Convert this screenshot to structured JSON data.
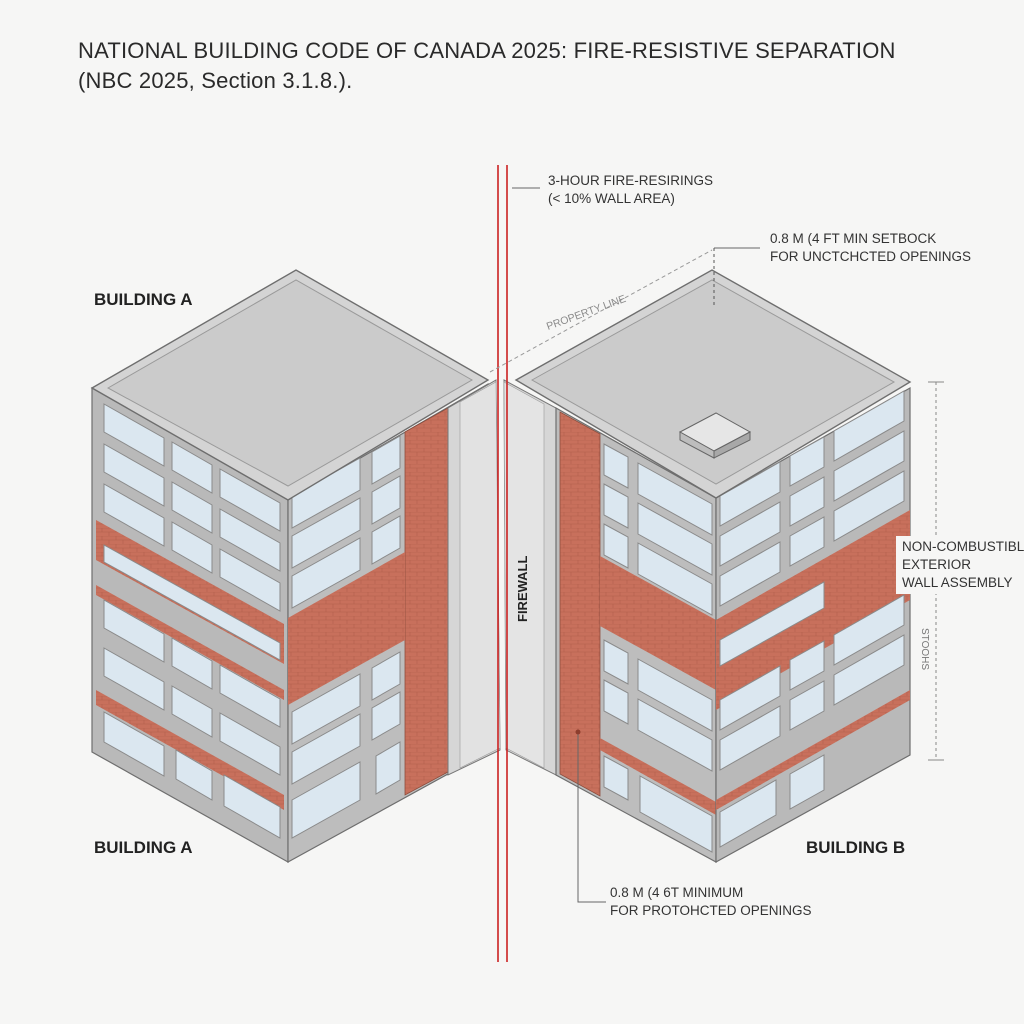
{
  "title": {
    "line1": "NATIONAL BUILDING CODE OF CANADA 2025: FIRE-RESISTIVE SEPARATION",
    "line2": "(NBC 2025, Section 3.1.8.)."
  },
  "labels": {
    "building_a_top": "BUILDING A",
    "building_a_bottom": "BUILDING A",
    "building_b": "BUILDING B",
    "firewall": "FIREWALL",
    "property_line": "PROPERTY LINE",
    "fire_rating_line1": "3-HOUR FIRE-RESIRINGS",
    "fire_rating_line2": "(< 10% WALL AREA)",
    "setback_top_line1": "0.8 M (4 FT MIN SETBOCK",
    "setback_top_line2": "FOR UNCTCHCTED OPENINGS",
    "noncomb_line1": "NON-COMBUSTIBL",
    "noncomb_line2": "EXTERIOR",
    "noncomb_line3": "WALL ASSEMBLY",
    "dimension_side": "STOOHS",
    "setback_bottom_line1": "0.8 M (4 6T MINIMUM",
    "setback_bottom_line2": "FOR PROTOHCTED OPENINGS"
  },
  "colors": {
    "brick": "#c8705c",
    "glass": "#d9e6ef",
    "frame": "#9c9c9c",
    "roof": "#cfcfcf",
    "property_line": "#cc2222"
  }
}
